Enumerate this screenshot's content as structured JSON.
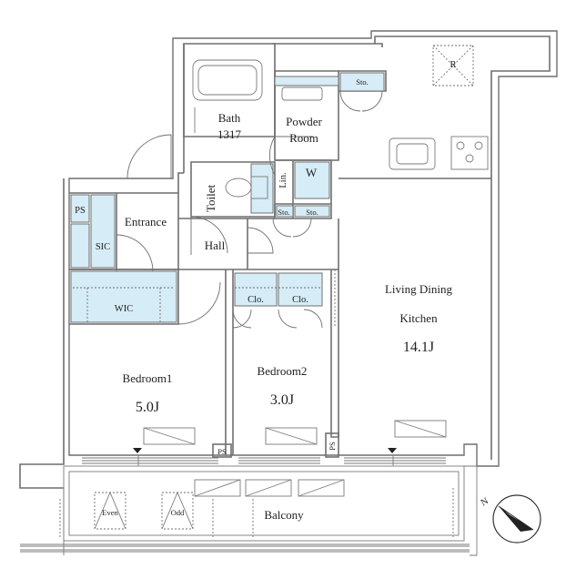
{
  "rooms": {
    "bath": "Bath",
    "bath_size": "1317",
    "powder_room_line1": "Powder",
    "powder_room_line2": "Room",
    "toilet": "Toilet",
    "entrance": "Entrance",
    "hall": "Hall",
    "ps": "PS",
    "sic": "SIC",
    "wic": "WIC",
    "lin": "Lin.",
    "w": "W",
    "sto": "Sto.",
    "clo": "Clo.",
    "ldk_line1": "Living Dining",
    "ldk_line2": "Kitchen",
    "ldk_size": "14.1J",
    "bedroom1": "Bedroom1",
    "bedroom1_size": "5.0J",
    "bedroom2": "Bedroom2",
    "bedroom2_size": "3.0J",
    "balcony": "Balcony",
    "refrigerator": "R",
    "even": "Even",
    "odd": "Odd"
  },
  "compass": {
    "label": "N"
  }
}
